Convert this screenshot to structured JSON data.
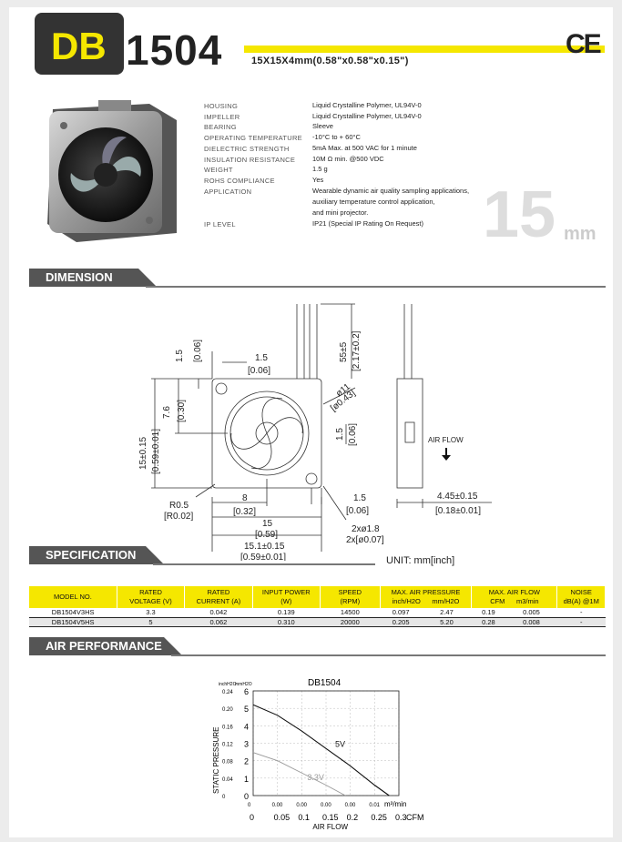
{
  "header": {
    "brand": "DB",
    "model": "1504",
    "dimensions": "15X15X4mm(0.58\"x0.58\"x0.15\")",
    "cert": "CE"
  },
  "specs": [
    {
      "label": "HOUSING",
      "value": "Liquid Crystalline Polymer, UL94V-0"
    },
    {
      "label": "IMPELLER",
      "value": "Liquid Crystalline Polymer, UL94V-0"
    },
    {
      "label": "BEARING",
      "value": "Sleeve"
    },
    {
      "label": "OPERATING TEMPERATURE",
      "value": "-10°C to + 60°C"
    },
    {
      "label": "DIELECTRIC STRENGTH",
      "value": "5mA Max. at 500 VAC for 1 minute"
    },
    {
      "label": "INSULATION RESISTANCE",
      "value": "10M Ω min. @500 VDC"
    },
    {
      "label": "WEIGHT",
      "value": "1.5 g"
    },
    {
      "label": "ROHS COMPLIANCE",
      "value": "Yes"
    },
    {
      "label": "APPLICATION",
      "value_lines": [
        "Wearable dynamic air quality sampling applications,",
        "auxiliary temperature control application,",
        "and mini projector."
      ]
    },
    {
      "label": "IP LEVEL",
      "value": "IP21 (Special IP Rating On Request)"
    }
  ],
  "size_badge": {
    "number": "15",
    "unit": "mm"
  },
  "sections": {
    "dimension": "DIMENSION",
    "specification": "SPECIFICATION",
    "air_performance": "AIR PERFORMANCE"
  },
  "dimension_labels": {
    "top_15": "1.5",
    "top_006": "[0.06]",
    "width_15": "1.5",
    "width_006": "[0.06]",
    "lead": "55±5",
    "lead_in": "[2.17±0.2]",
    "height": "15±0.15",
    "height_in": "[0.59±0.01]",
    "h76": "7.6",
    "h030": "[0.30]",
    "dia": "ø11",
    "dia_in": "[ø0.43]",
    "right_15": "1.5",
    "right_006": "[0.06]",
    "air_flow": "AIR FLOW",
    "r05": "R0.5",
    "r002": "[R0.02]",
    "w8": "8",
    "w032": "[0.32]",
    "w15": "15",
    "w059": "[0.59]",
    "w151": "15.1±0.15",
    "w151_in": "[0.59±0.01]",
    "b15": "1.5",
    "b006": "[0.06]",
    "holes": "2xø1.8",
    "holes_in": "2x[ø0.07]",
    "depth": "4.45±0.15",
    "depth_in": "[0.18±0.01]"
  },
  "unit_note": "UNIT: mm[inch]",
  "spec_table": {
    "headers": [
      {
        "l1": "MODEL NO.",
        "l2": ""
      },
      {
        "l1": "RATED",
        "l2": "VOLTAGE (V)"
      },
      {
        "l1": "RATED",
        "l2": "CURRENT (A)"
      },
      {
        "l1": "INPUT POWER",
        "l2": "(W)"
      },
      {
        "l1": "SPEED",
        "l2": "(RPM)"
      },
      {
        "l1": "MAX. AIR PRESSURE",
        "l2a": "inch/H2O",
        "l2b": "mm/H2O"
      },
      {
        "l1": "MAX. AIR FLOW",
        "l2a": "CFM",
        "l2b": "m3/min"
      },
      {
        "l1": "NOISE",
        "l2": "dB(A) @1M"
      }
    ],
    "rows": [
      [
        "DB1504V3HS",
        "3.3",
        "0.042",
        "0.139",
        "14500",
        "0.097",
        "2.47",
        "0.19",
        "0.005",
        "-"
      ],
      [
        "DB1504V5HS",
        "5",
        "0.062",
        "0.310",
        "20000",
        "0.205",
        "5.20",
        "0.28",
        "0.008",
        "-"
      ]
    ]
  },
  "chart_data": {
    "type": "line",
    "title": "DB1504",
    "ylabel": "STATIC PRESSURE",
    "xlabel": "AIR FLOW",
    "y_units": [
      "inchH2O",
      "mmH2O"
    ],
    "y_inch_ticks": [
      "0.24",
      "0.20",
      "0.16",
      "0.12",
      "0.08",
      "0.04",
      "0"
    ],
    "y_mm_ticks": [
      "6",
      "5",
      "4",
      "3",
      "2",
      "1",
      "0"
    ],
    "x_m3_ticks": [
      "0",
      "0.00",
      "0.00",
      "0.00",
      "0.00",
      "0.01"
    ],
    "x_m3_unit": "m³/min",
    "x_cfm_ticks": [
      "0",
      "0.05",
      "0.1",
      "0.15",
      "0.2",
      "0.25",
      "0.3"
    ],
    "x_cfm_unit": "CFM",
    "xlim": [
      0,
      0.3
    ],
    "ylim": [
      0,
      6
    ],
    "series": [
      {
        "name": "5V",
        "color": "#111111",
        "x": [
          0,
          0.05,
          0.1,
          0.15,
          0.2,
          0.25,
          0.28
        ],
        "y": [
          5.2,
          4.6,
          3.7,
          2.7,
          1.7,
          0.6,
          0
        ]
      },
      {
        "name": "3.3V",
        "color": "#999999",
        "x": [
          0,
          0.05,
          0.1,
          0.15,
          0.19
        ],
        "y": [
          2.47,
          2.0,
          1.3,
          0.6,
          0
        ]
      }
    ]
  }
}
